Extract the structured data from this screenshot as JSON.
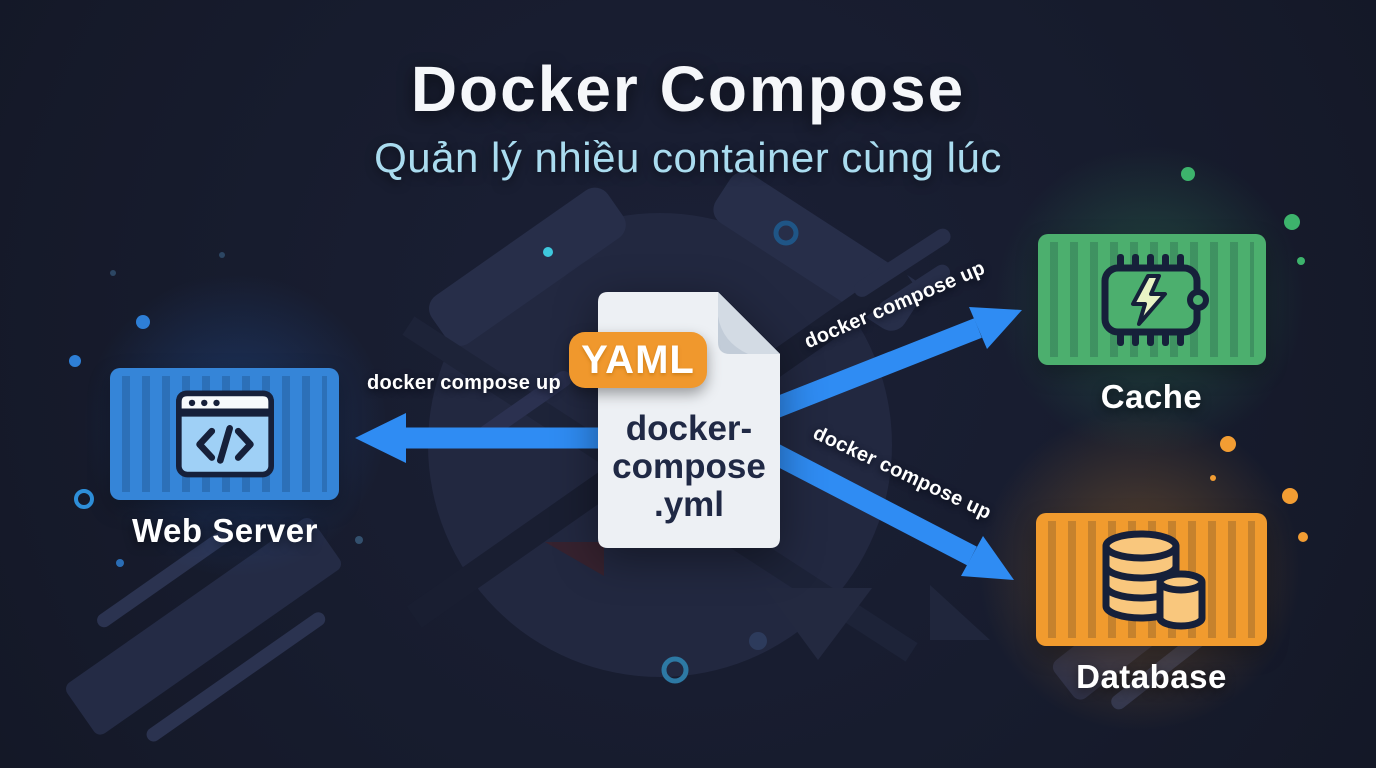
{
  "title": "Docker Compose",
  "subtitle": "Quản lý nhiều container cùng lúc",
  "compose_file": {
    "badge": "YAML",
    "name_lines": [
      "docker-",
      "compose",
      ".yml"
    ]
  },
  "command_labels": {
    "left": "docker compose up",
    "top_right": "docker compose up",
    "bottom_right": "docker compose up"
  },
  "services": [
    {
      "name": "Web Server",
      "icon": "browser-code-icon",
      "color": "#3585d8"
    },
    {
      "name": "Cache",
      "icon": "memory-chip-icon",
      "color": "#4caf6e"
    },
    {
      "name": "Database",
      "icon": "database-cylinder-icon",
      "color": "#f19b2e"
    }
  ],
  "colors": {
    "background": "#171c2e",
    "arrow_blue": "#2f8cf3",
    "yaml_badge_orange": "#f0982d",
    "file_paper": "#edf0f4",
    "title_text": "#f5f7fa",
    "subtitle_text": "#aadcef",
    "filename_text": "#202945"
  }
}
